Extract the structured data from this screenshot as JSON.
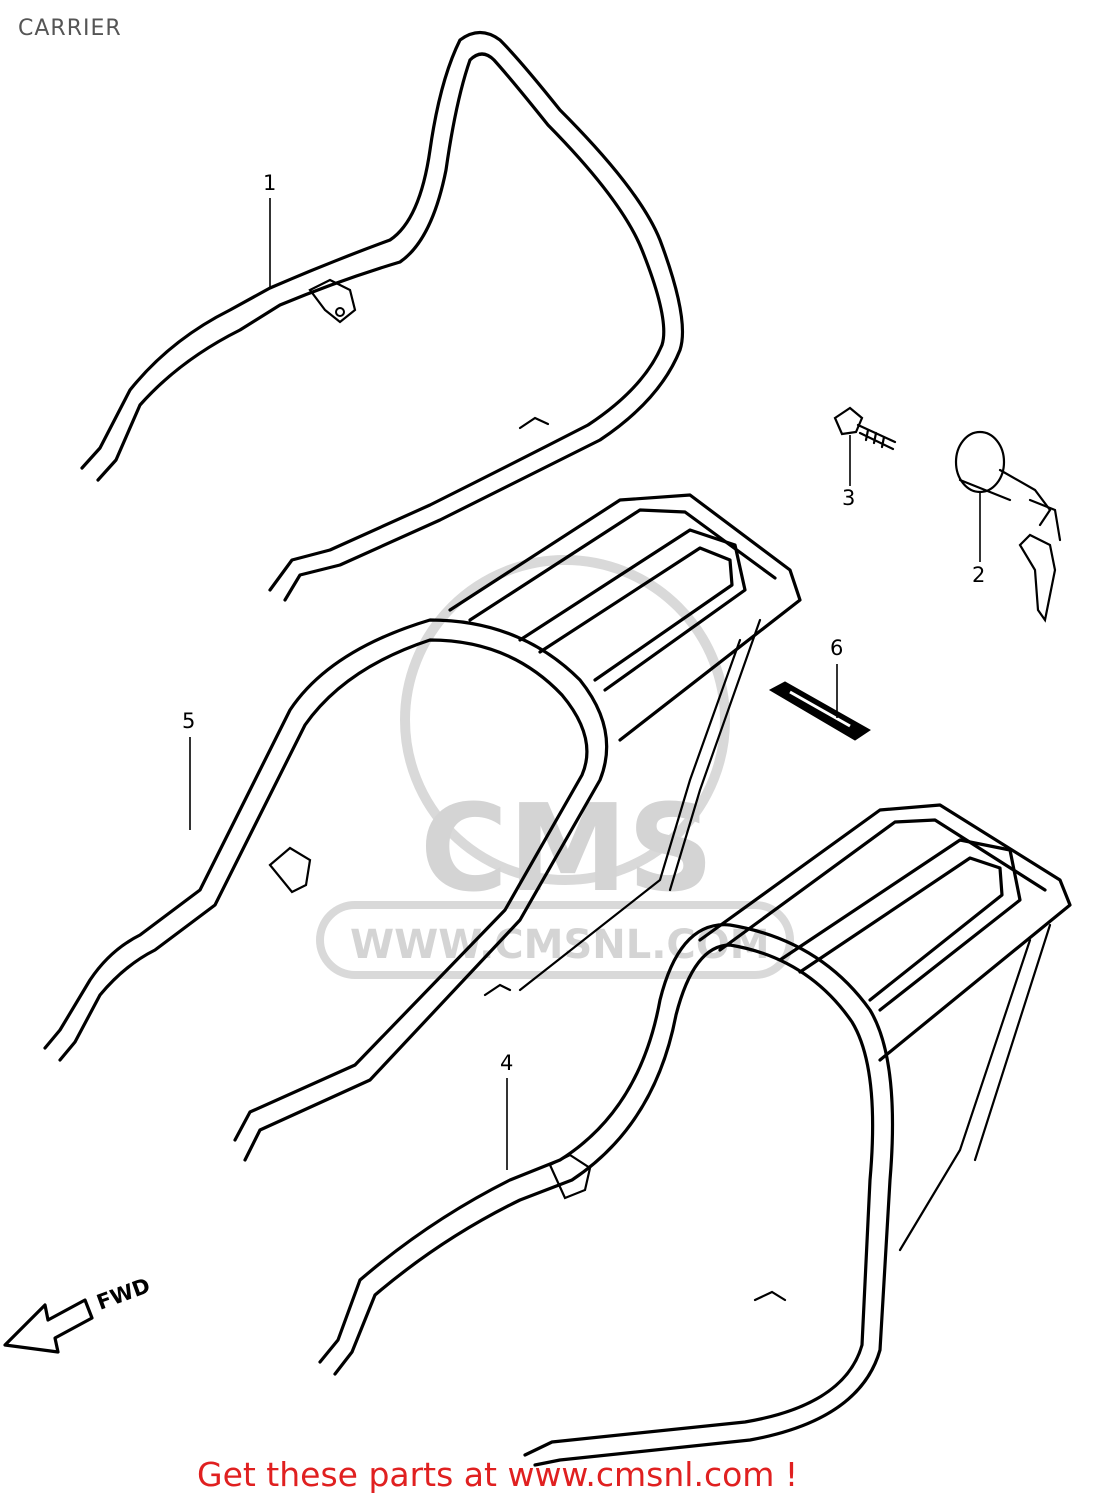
{
  "title": "CARRIER",
  "watermark": {
    "logo_text": "CMS",
    "url": "WWW.CMSNL.COM"
  },
  "fwd_label": "FWD",
  "callouts": [
    {
      "id": "1",
      "label": "1"
    },
    {
      "id": "2",
      "label": "2"
    },
    {
      "id": "3",
      "label": "3"
    },
    {
      "id": "4",
      "label": "4"
    },
    {
      "id": "5",
      "label": "5"
    },
    {
      "id": "6",
      "label": "6"
    }
  ],
  "cta_text": "Get these parts at www.cmsnl.com !",
  "colors": {
    "cta": "#e02020",
    "line": "#000000",
    "watermark": "#d4d4d4",
    "title": "#555555"
  }
}
